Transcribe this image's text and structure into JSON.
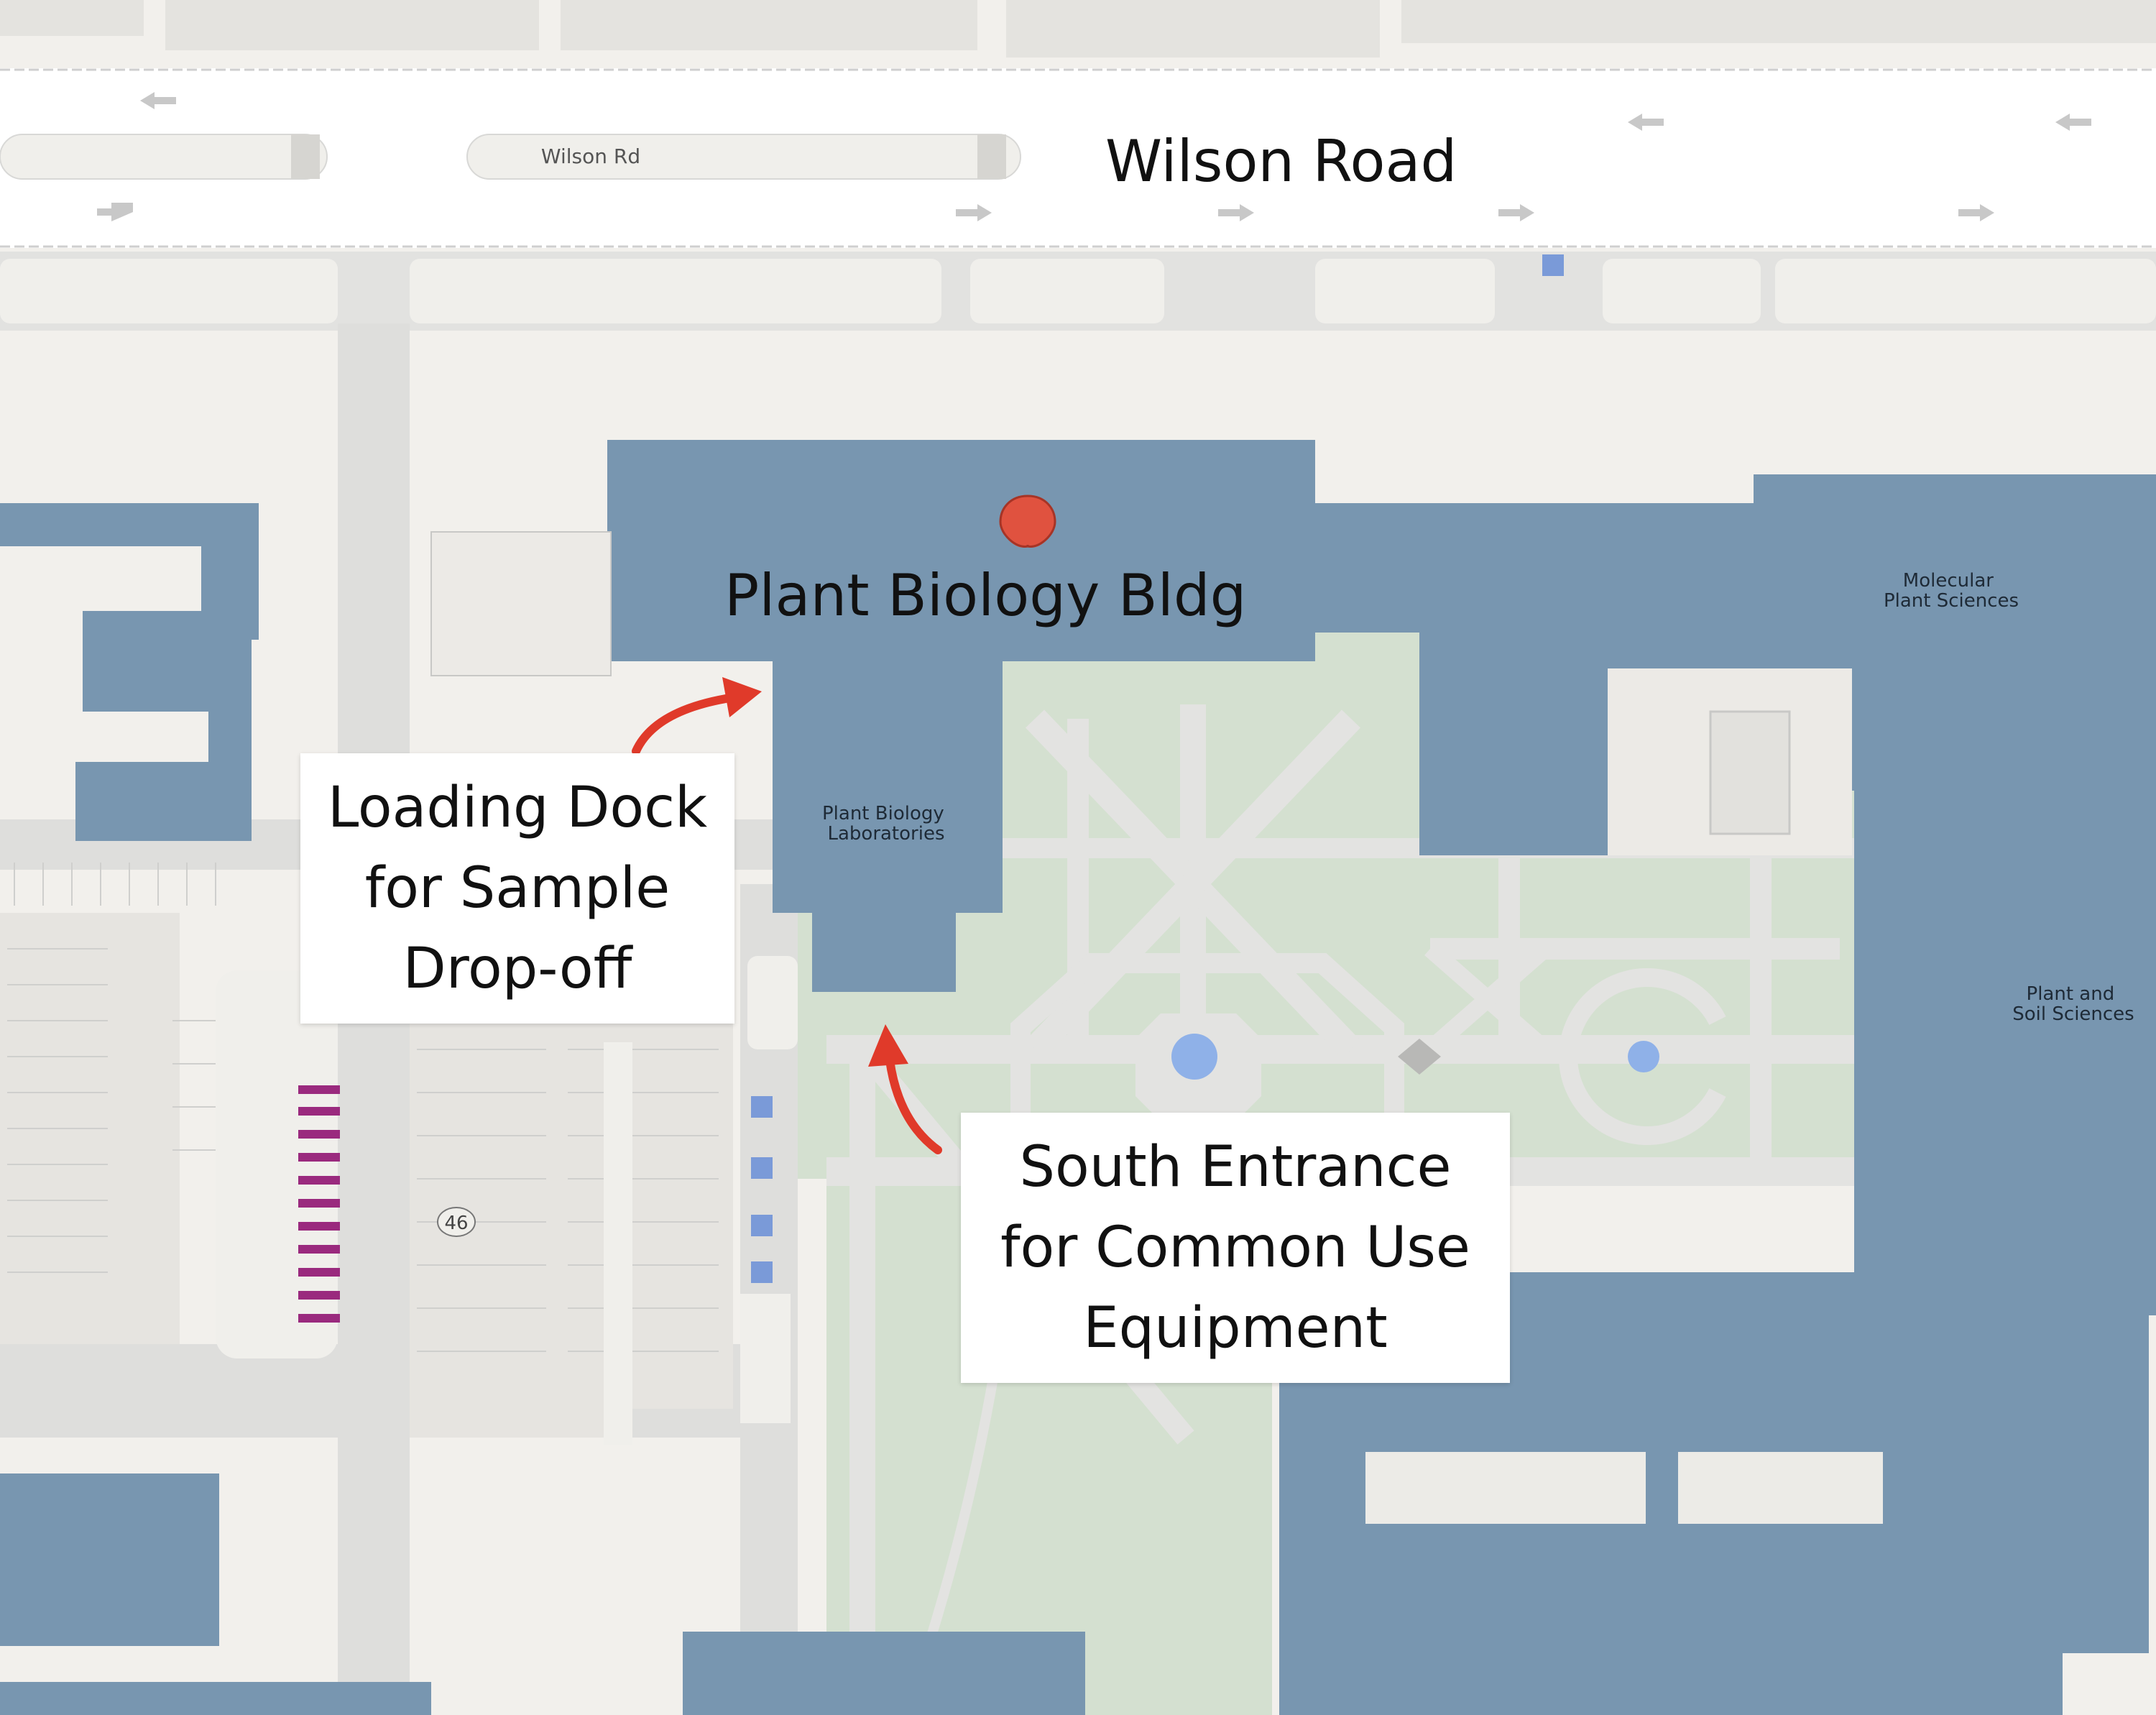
{
  "map": {
    "colors": {
      "background": "#f2f0ec",
      "building": "#7896b0",
      "lawn": "#d4e0d0",
      "path": "#e3e3e1",
      "road": "#ffffff",
      "parking": "#e6e4e0",
      "water": "#8fb1e8",
      "arrow": "#e03a2a",
      "pin": "#e0523f",
      "bike_rack": "#9a2a7e"
    },
    "road_name": "Wilson Road",
    "road_sign": "Wilson Rd",
    "main_building": "Plant Biology Bldg",
    "buildings": [
      {
        "id": "plant-biology-labs",
        "lines": [
          "Plant Biology",
          "Laboratories"
        ]
      },
      {
        "id": "molecular-plant-sciences",
        "lines": [
          "Molecular",
          "Plant Sciences"
        ]
      },
      {
        "id": "plant-soil-sciences",
        "lines": [
          "Plant and",
          "Soil Sciences"
        ]
      }
    ],
    "lot_number": "46",
    "callouts": [
      {
        "id": "loading-dock",
        "lines": [
          "Loading Dock",
          "for Sample",
          "Drop-off"
        ]
      },
      {
        "id": "south-entrance",
        "lines": [
          "South Entrance",
          "for Common Use",
          "Equipment"
        ]
      }
    ],
    "pin_icon": "map-pin-icon",
    "accessible_icon": "wheelchair-icon"
  }
}
